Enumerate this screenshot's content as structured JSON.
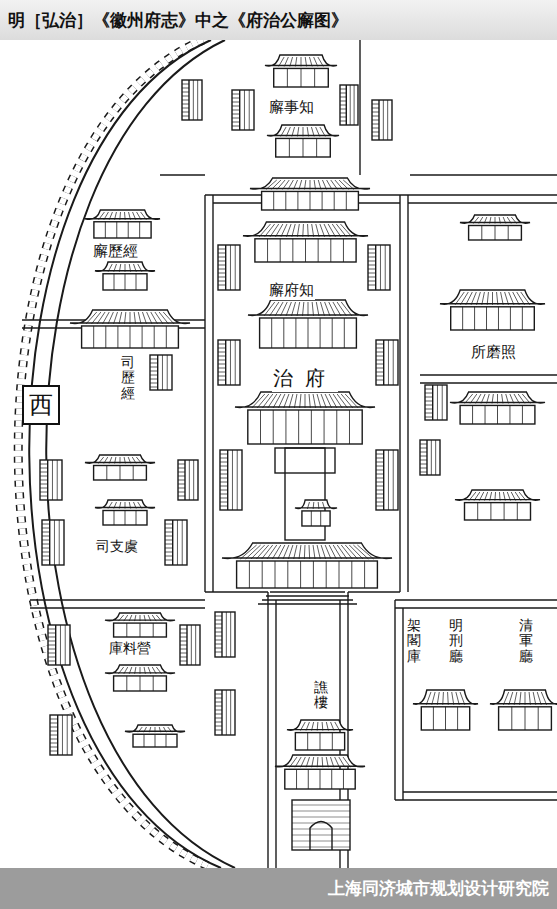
{
  "diagram": {
    "title": "明［弘治］《徽州府志》中之《府治公廨图》",
    "caption": "上海同济城市规划设计研究院",
    "nodes": [
      {
        "text": [
          "西"
        ]
      }
    ],
    "labels": [
      "廨事知",
      "廨歷經",
      "廨府知",
      "司歷經",
      "所磨照",
      "治府",
      "司支虞",
      "庫料營",
      "架閣庫",
      "明刑廳",
      "清軍廳",
      "譙樓"
    ]
  }
}
